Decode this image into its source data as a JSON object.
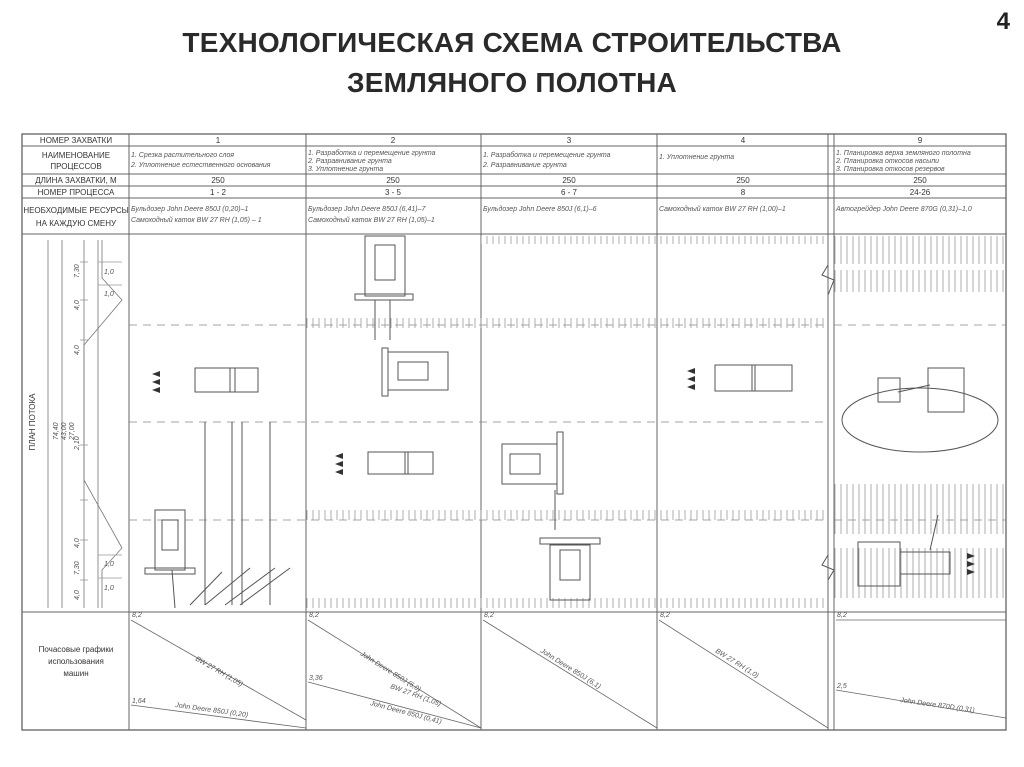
{
  "slide_number": "4",
  "title_line1": "ТЕХНОЛОГИЧЕСКАЯ СХЕМА СТРОИТЕЛЬСТВА",
  "title_line2": "ЗЕМЛЯНОГО ПОЛОТНА",
  "row_labels": {
    "grip_number": "НОМЕР ЗАХВАТКИ",
    "process_name_1": "НАИМЕНОВАНИЕ",
    "process_name_2": "ПРОЦЕССОВ",
    "grip_length": "ДЛИНА ЗАХВАТКИ, М",
    "process_number": "НОМЕР ПРОЦЕССА",
    "resources_1": "НЕОБХОДИМЫЕ РЕСУРСЫ",
    "resources_2": "НА КАЖДУЮ СМЕНУ",
    "flow_plan": "ПЛАН ПОТОКА",
    "schedule_1": "Почасовые графики",
    "schedule_2": "использования",
    "schedule_3": "машин"
  },
  "columns": [
    {
      "number": "1",
      "processes": [
        "1. Срезка растительного слоя",
        "2. Уплотнение естественного основания"
      ],
      "length": "250",
      "process_no": "1 - 2",
      "resources": [
        "Бульдозер John Deere 850J (0,20)–1",
        "Самоходный каток BW 27 RH (1,05) – 1"
      ],
      "schedule": {
        "start": "8,2",
        "mid": "1,64",
        "labels": [
          "BW 27 RH (1,05)",
          "John Deere 850J (0,20)"
        ]
      }
    },
    {
      "number": "2",
      "processes": [
        "1. Разработка и перемещение грунта",
        "2. Разравнивание грунта",
        "3. Уплотнение грунта"
      ],
      "length": "250",
      "process_no": "3 - 5",
      "resources": [
        "Бульдозер John Deere 850J (6,41)–7",
        "Самоходный каток BW 27 RH (1,05)–1"
      ],
      "schedule": {
        "start": "8,2",
        "mid": "3,36",
        "labels": [
          "John Deere 850J (6,0)",
          "BW 27 RH (1,05)",
          "John Deere 850J (0,41)"
        ]
      }
    },
    {
      "number": "3",
      "processes": [
        "1. Разработка и перемещение грунта",
        "2. Разравнивание грунта"
      ],
      "length": "250",
      "process_no": "6 - 7",
      "resources": [
        "Бульдозер John Deere 850J (6,1)–6"
      ],
      "schedule": {
        "start": "8,2",
        "mid": "",
        "labels": [
          "John Deere 850J (6,1)"
        ]
      }
    },
    {
      "number": "4",
      "processes": [
        "1. Уплотнение грунта"
      ],
      "length": "250",
      "process_no": "8",
      "resources": [
        "Самоходный каток BW 27 RH (1,00)–1"
      ],
      "schedule": {
        "start": "8,2",
        "mid": "",
        "labels": [
          "BW 27 RH (1,0)"
        ]
      }
    },
    {
      "number": "9",
      "processes": [
        "1. Планировка верха земляного полотна",
        "2. Планировка откосов насыпи",
        "3. Планировка откосов резервов"
      ],
      "length": "250",
      "process_no": "24-26",
      "resources": [
        "Автогрейдер John Deere 870G (0,31)–1,0"
      ],
      "schedule": {
        "start": "8,2",
        "mid": "2,5",
        "labels": [
          "John Deere 870D (0,31)"
        ]
      }
    }
  ],
  "dimensions": {
    "vertical_right": [
      "1,0",
      "1,0",
      "1,0",
      "1,0"
    ],
    "vertical_left": [
      "7,30",
      "4,0",
      "4,0",
      "7,30",
      "4,0",
      "4,0",
      "2,10"
    ],
    "total": [
      "74,40",
      "43,00",
      "27,00"
    ]
  }
}
